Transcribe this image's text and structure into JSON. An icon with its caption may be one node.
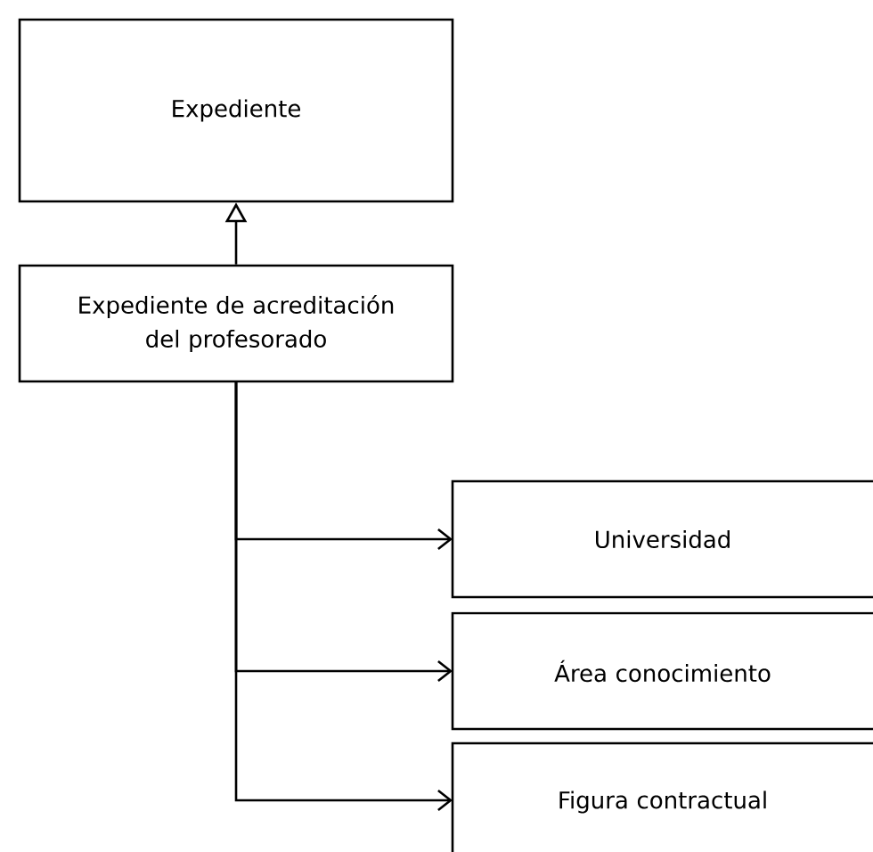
{
  "diagram": {
    "nodes": [
      {
        "text": [
          "Expediente"
        ]
      },
      {
        "text": [
          "Expediente de acreditación del profesorado"
        ]
      },
      {
        "text": [
          "Universidad"
        ]
      },
      {
        "text": [
          "Área conocimiento"
        ]
      },
      {
        "text": [
          "Figura contractual"
        ]
      }
    ],
    "edges": [
      {
        "from": 1,
        "to": 0,
        "arrow": "to"
      },
      {
        "from": 1,
        "to": 2,
        "arrow": "to"
      },
      {
        "from": 1,
        "to": 3,
        "arrow": "to"
      },
      {
        "from": 1,
        "to": 4,
        "arrow": "to"
      }
    ]
  }
}
